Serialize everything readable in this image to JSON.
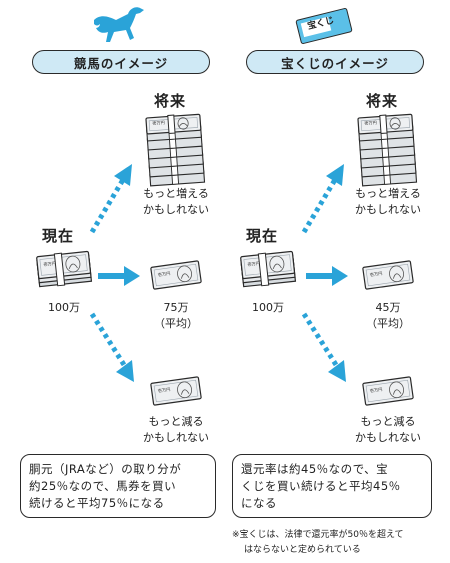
{
  "left": {
    "header": "競馬のイメージ",
    "future_label": "将来",
    "present_label": "現在",
    "present_amount": "100万",
    "outcomes": {
      "up": {
        "line1": "もっと増える",
        "line2": "かもしれない"
      },
      "mid": {
        "line1": "75万",
        "line2": "（平均）"
      },
      "down": {
        "line1": "もっと減る",
        "line2": "かもしれない"
      }
    },
    "summary": [
      "胴元（JRAなど）の取り分が",
      "約25％なので、馬券を買い",
      "続けると平均75％になる"
    ]
  },
  "right": {
    "header": "宝くじのイメージ",
    "ticket_text": "宝くじ",
    "future_label": "将来",
    "present_label": "現在",
    "present_amount": "100万",
    "outcomes": {
      "up": {
        "line1": "もっと増える",
        "line2": "かもしれない"
      },
      "mid": {
        "line1": "45万",
        "line2": "（平均）"
      },
      "down": {
        "line1": "もっと減る",
        "line2": "かもしれない"
      }
    },
    "summary": [
      "還元率は約45％なので、宝",
      "くじを買い続けると平均45％",
      "になる"
    ]
  },
  "footnote": [
    "※宝くじは、法律で還元率が50％を超えて",
    "はならないと定められている"
  ],
  "banknote_text": "壱万円",
  "colors": {
    "accent": "#2aa3d8",
    "pill_fill": "#cfe9f5",
    "ticket": "#5bc0e8",
    "ink": "#2a2a2a"
  },
  "icons": [
    "horse-icon",
    "lottery-ticket-icon",
    "money-stack-icon",
    "money-bundle-icon",
    "banknote-icon"
  ]
}
